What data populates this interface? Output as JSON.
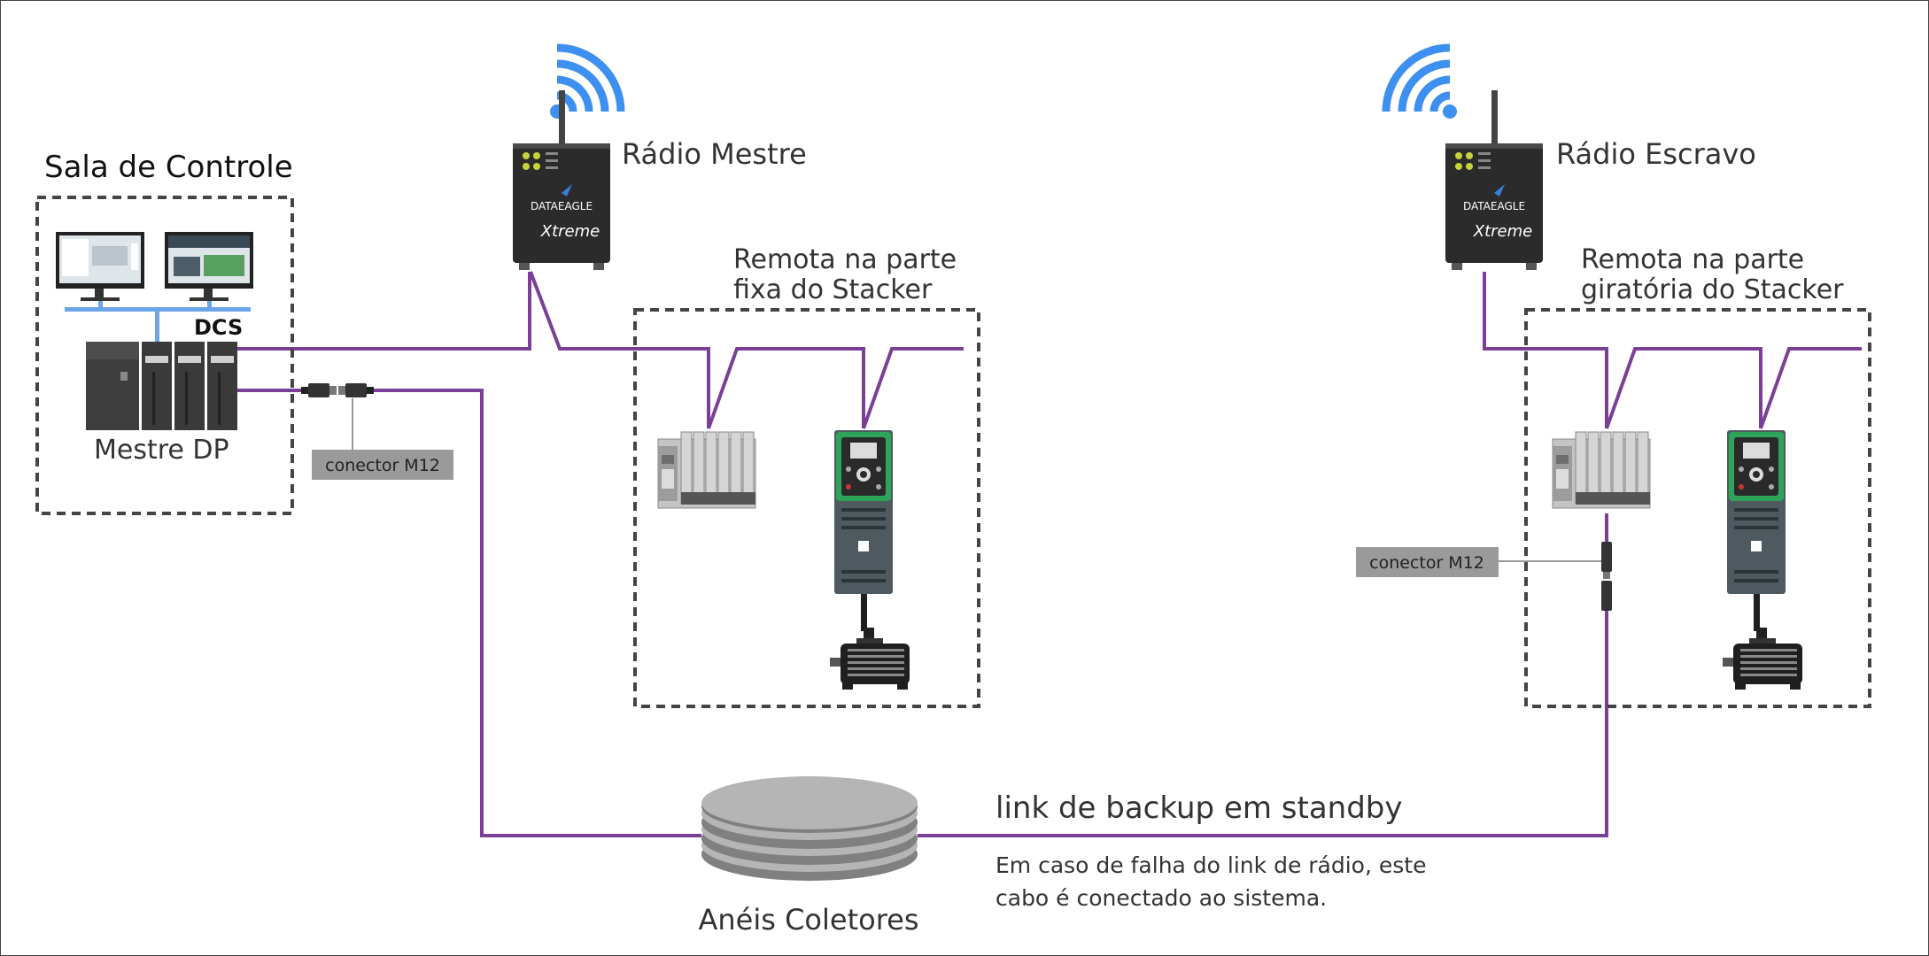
{
  "control_room": {
    "title": "Sala de Controle",
    "dcs_label": "DCS",
    "master_label": "Mestre DP"
  },
  "connector_left": {
    "label": "conector M12"
  },
  "connector_right": {
    "label": "conector M12"
  },
  "radio_master": {
    "label": "Rádio Mestre"
  },
  "radio_slave": {
    "label": "Rádio Escravo"
  },
  "radio_device": {
    "brand": "DATAEAGLE",
    "model": "Xtreme"
  },
  "remote_fixed": {
    "line1": "Remota na parte",
    "line2": "fixa do Stacker"
  },
  "remote_rotating": {
    "line1": "Remota na parte",
    "line2": "giratória do Stacker"
  },
  "slip_rings": {
    "label": "Anéis Coletores"
  },
  "backup_link": {
    "title": "link de backup em standby",
    "desc_line1": "Em caso de falha do link de rádio, este",
    "desc_line2": "cabo é conectado ao sistema."
  },
  "colors": {
    "cable": "#7b3f98",
    "network": "#6aa5e8",
    "wifi": "#3d8ff0",
    "dashed_border": "#444444",
    "tag_bg": "#9a9a9a",
    "drive_green": "#2ea45a"
  }
}
